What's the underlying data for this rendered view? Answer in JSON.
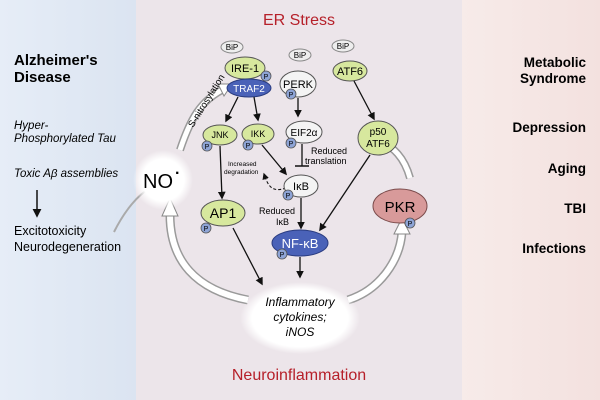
{
  "left_panel": {
    "title": "Alzheimer's Disease",
    "hyper_tau": "Hyper-Phosphorylated Tau",
    "toxic_abeta": "Toxic Aβ assemblies",
    "excito": "Excitotoxicity",
    "neurodegen": "Neurodegeneration"
  },
  "right_panel": {
    "items": [
      "Metabolic Syndrome",
      "Depression",
      "Aging",
      "TBI",
      "Infections"
    ]
  },
  "center": {
    "top_header": "ER Stress",
    "bottom_header": "Neuroinflammation",
    "bip": "BiP",
    "ire1": "IRE-1",
    "traf2": "TRAF2",
    "perk": "PERK",
    "atf6": "ATF6",
    "jnk": "JNK",
    "ikk": "IKK",
    "eif2a": "EIF2α",
    "p50_atf6_line1": "p50",
    "p50_atf6_line2": "ATF6",
    "increased_degradation_line1": "Increased",
    "increased_degradation_line2": "degradation",
    "reduced_translation_line1": "Reduced",
    "reduced_translation_line2": "translation",
    "ikb": "IκB",
    "reduced_ikb_line1": "Reduced",
    "reduced_ikb_line2": "IκB",
    "ap1": "AP1",
    "nfkb": "NF-κB",
    "pkr": "PKR",
    "no": "NO",
    "no_dot": "·",
    "s_nitrosylation": "S-nitrosylation",
    "cytokines_line1": "Inflammatory",
    "cytokines_line2": "cytokines;",
    "cytokines_line3": "iNOS",
    "p": "P"
  },
  "colors": {
    "accent_red": "#b6202a",
    "green_fill": "#d7e89e",
    "blue_fill": "#4a62b8",
    "pkr_fill": "#d89a9a",
    "p_fill": "#8ea4d6"
  }
}
